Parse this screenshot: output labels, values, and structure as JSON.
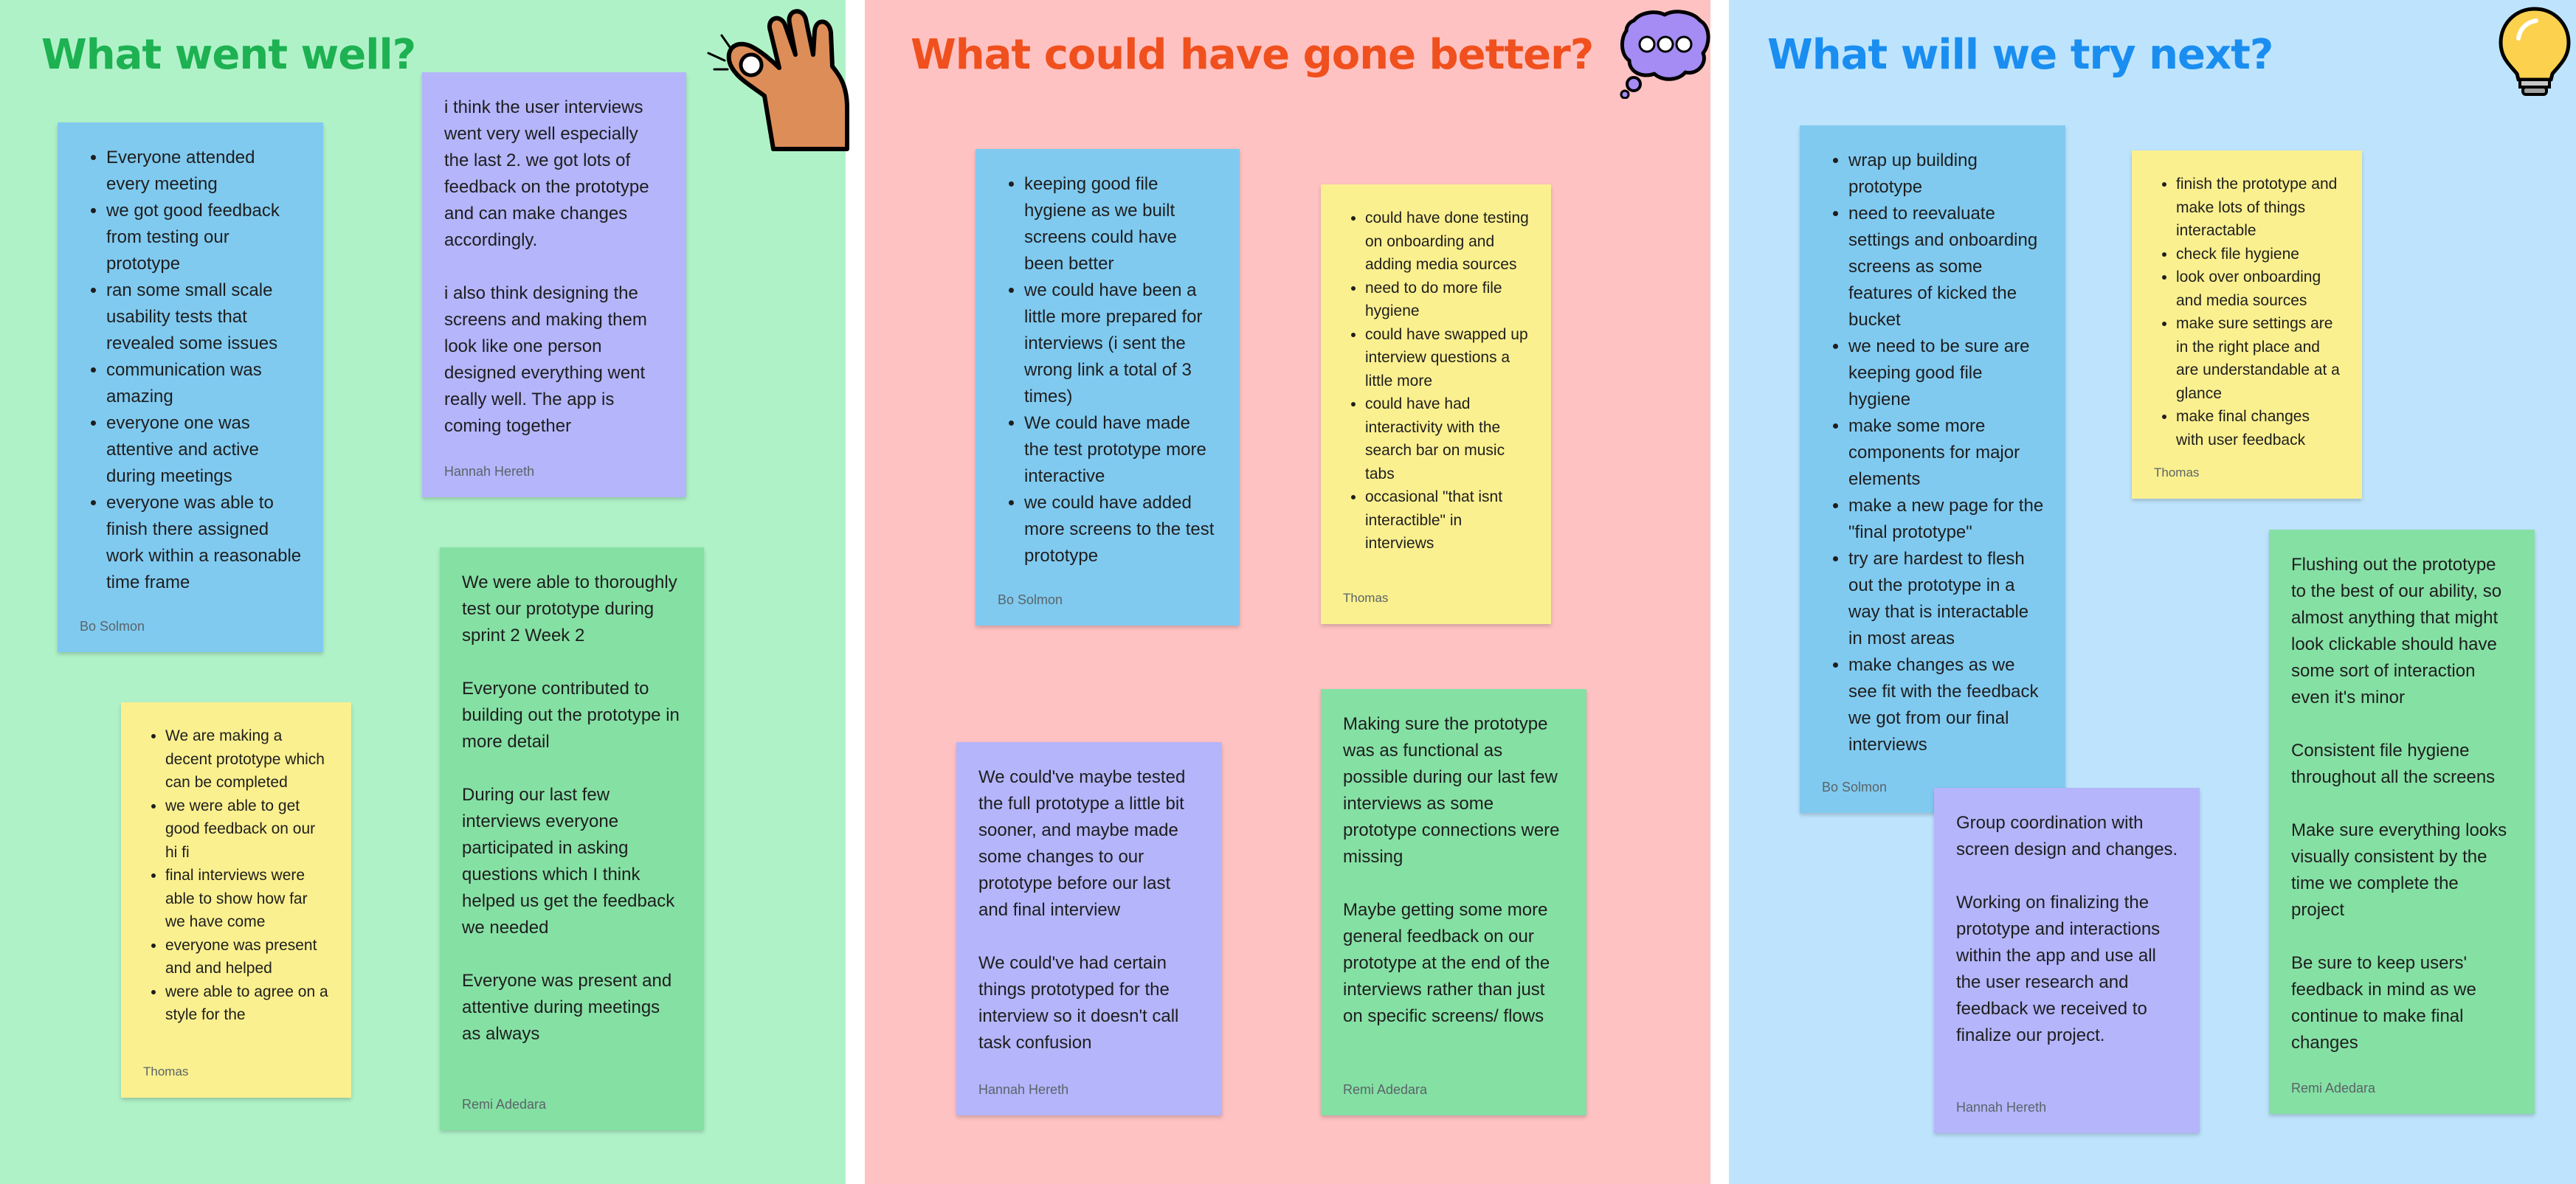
{
  "sections": {
    "well": {
      "title": "What went well?",
      "title_color": "#1db152",
      "sticker_icon": "ok-hand-icon",
      "notes": {
        "n1": {
          "color": "blue",
          "items": [
            "Everyone attended every meeting",
            "we got good feedback from testing our prototype",
            "ran some small scale usability tests that revealed some issues",
            "communication was amazing",
            "everyone one was attentive and active during meetings",
            "everyone was able to finish there assigned work within a reasonable time frame"
          ],
          "author": "Bo Solmon"
        },
        "n2": {
          "color": "purple",
          "text": "i think the user interviews went very well especially the last 2. we got lots of feedback on the prototype and can make changes accordingly.\n\ni also think designing the screens and making them look like one person designed everything went really well. The app is coming together",
          "author": "Hannah Hereth"
        },
        "n3": {
          "color": "yellow",
          "items": [
            "We are making a decent prototype which can be completed",
            "we were able to get good feedback on our hi fi",
            "final interviews were able to show how far we have come",
            "everyone was present and and helped",
            "were able to agree on a style for the"
          ],
          "author": "Thomas"
        },
        "n4": {
          "color": "green",
          "text": "We were able  to thoroughly test our prototype during sprint 2 Week 2\n\nEveryone contributed to building out the prototype in more detail\n\nDuring our last few interviews everyone participated in asking questions which I think helped us get the feedback we needed\n\nEveryone was present and attentive during meetings as always",
          "author": "Remi Adedara"
        }
      }
    },
    "better": {
      "title": "What could have gone better?",
      "title_color": "#f0501e",
      "sticker_icon": "thought-bubble-icon",
      "notes": {
        "n1": {
          "color": "blue",
          "items": [
            "keeping good file hygiene as we built screens could have been better",
            "we could have been a little more prepared for interviews (i sent the wrong link a total of 3 times)",
            "We could have made the test prototype more interactive",
            "we could have added more screens to the test prototype"
          ],
          "author": "Bo Solmon"
        },
        "n2": {
          "color": "yellow",
          "items": [
            "could have done testing on onboarding and adding media sources",
            "need to do more file hygiene",
            "could have swapped up interview questions a little more",
            "could have had interactivity with the search bar on music tabs",
            "occasional \"that isnt interactible\" in interviews"
          ],
          "author": "Thomas"
        },
        "n3": {
          "color": "purple",
          "text": "We could've maybe tested the full prototype a little bit sooner, and maybe made some changes to our prototype before our last and final interview\n\nWe could've had certain things prototyped for the interview so it doesn't call task confusion",
          "author": "Hannah Hereth"
        },
        "n4": {
          "color": "green",
          "text": "Making sure the prototype was as functional as possible during our last few interviews as some prototype connections were missing\n\nMaybe getting some more general feedback on our prototype at the end of the interviews rather than just on specific screens/ flows",
          "author": "Remi Adedara"
        }
      }
    },
    "next": {
      "title": "What will we try next?",
      "title_color": "#1a8ef0",
      "sticker_icon": "light-bulb-icon",
      "notes": {
        "n1": {
          "color": "blue",
          "items": [
            "wrap up building prototype",
            "need to reevaluate settings and onboarding screens as some features of kicked the bucket",
            "we need to be sure are keeping good file hygiene",
            "make some more components for major elements",
            "make a new page for the \"final prototype\"",
            "try are hardest to flesh out the prototype in a way that is interactable in most areas",
            "make changes as we see fit with the feedback we got from our final interviews"
          ],
          "author": "Bo Solmon"
        },
        "n2": {
          "color": "yellow",
          "items": [
            "finish the prototype and make lots of things interactable",
            "check file hygiene",
            "look over onboarding and media sources",
            "make sure settings are in the right place and are understandable at a glance",
            "make final changes with user feedback"
          ],
          "author": "Thomas"
        },
        "n3": {
          "color": "purple",
          "text": "Group coordination with screen design and changes.\n\nWorking on finalizing the prototype and interactions within the app and use all the user research and feedback we received to finalize our project.",
          "author": "Hannah Hereth"
        },
        "n4": {
          "color": "green",
          "text": "Flushing out the prototype to the best of our ability, so almost anything that might look clickable should have some sort of interaction even it's minor\n\nConsistent file hygiene throughout all the screens\n\nMake sure everything looks visually consistent by the time we complete the project\n\nBe sure to keep users' feedback in mind as we continue to make final changes",
          "author": "Remi Adedara"
        }
      }
    }
  }
}
